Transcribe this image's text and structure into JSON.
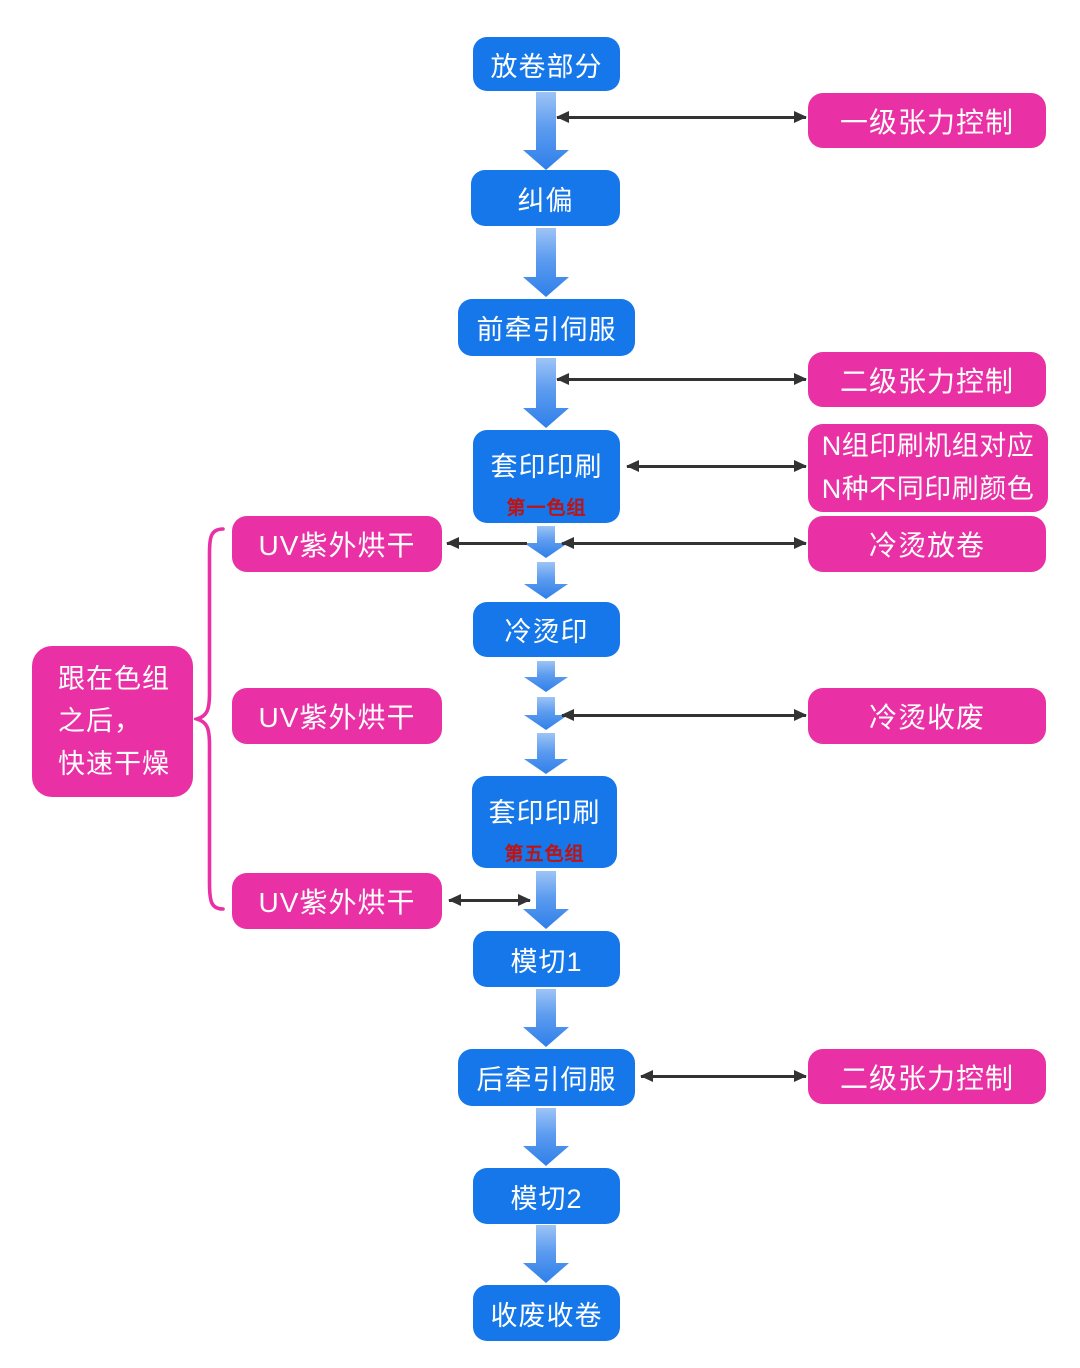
{
  "palette": {
    "process_blue": "#1577E9",
    "control_pink": "#EA30A5",
    "sublabel_red": "#C11212",
    "connector_black": "#333333",
    "flow_arrow_gradient_top": "#9DC4F6",
    "flow_arrow_gradient_bottom": "#2E7FEA"
  },
  "flow": [
    {
      "label": "放卷部分"
    },
    {
      "label": "纠偏"
    },
    {
      "label": "前牵引伺服"
    },
    {
      "label": "套印印刷",
      "sublabel": "第一色组"
    },
    {
      "label": "冷烫印"
    },
    {
      "label": "套印印刷",
      "sublabel": "第五色组"
    },
    {
      "label": "模切1"
    },
    {
      "label": "后牵引伺服"
    },
    {
      "label": "模切2"
    },
    {
      "label": "收废收卷"
    }
  ],
  "right": [
    {
      "label": "一级张力控制"
    },
    {
      "label": "二级张力控制"
    },
    {
      "lines": [
        "N组印刷机组对应",
        "N种不同印刷颜色"
      ]
    },
    {
      "label": "冷烫放卷"
    },
    {
      "label": "冷烫收废"
    },
    {
      "label": "二级张力控制"
    }
  ],
  "left": {
    "uv": [
      "UV紫外烘干",
      "UV紫外烘干",
      "UV紫外烘干"
    ],
    "note_lines": [
      "跟在色组",
      "之后，",
      "快速干燥"
    ]
  }
}
